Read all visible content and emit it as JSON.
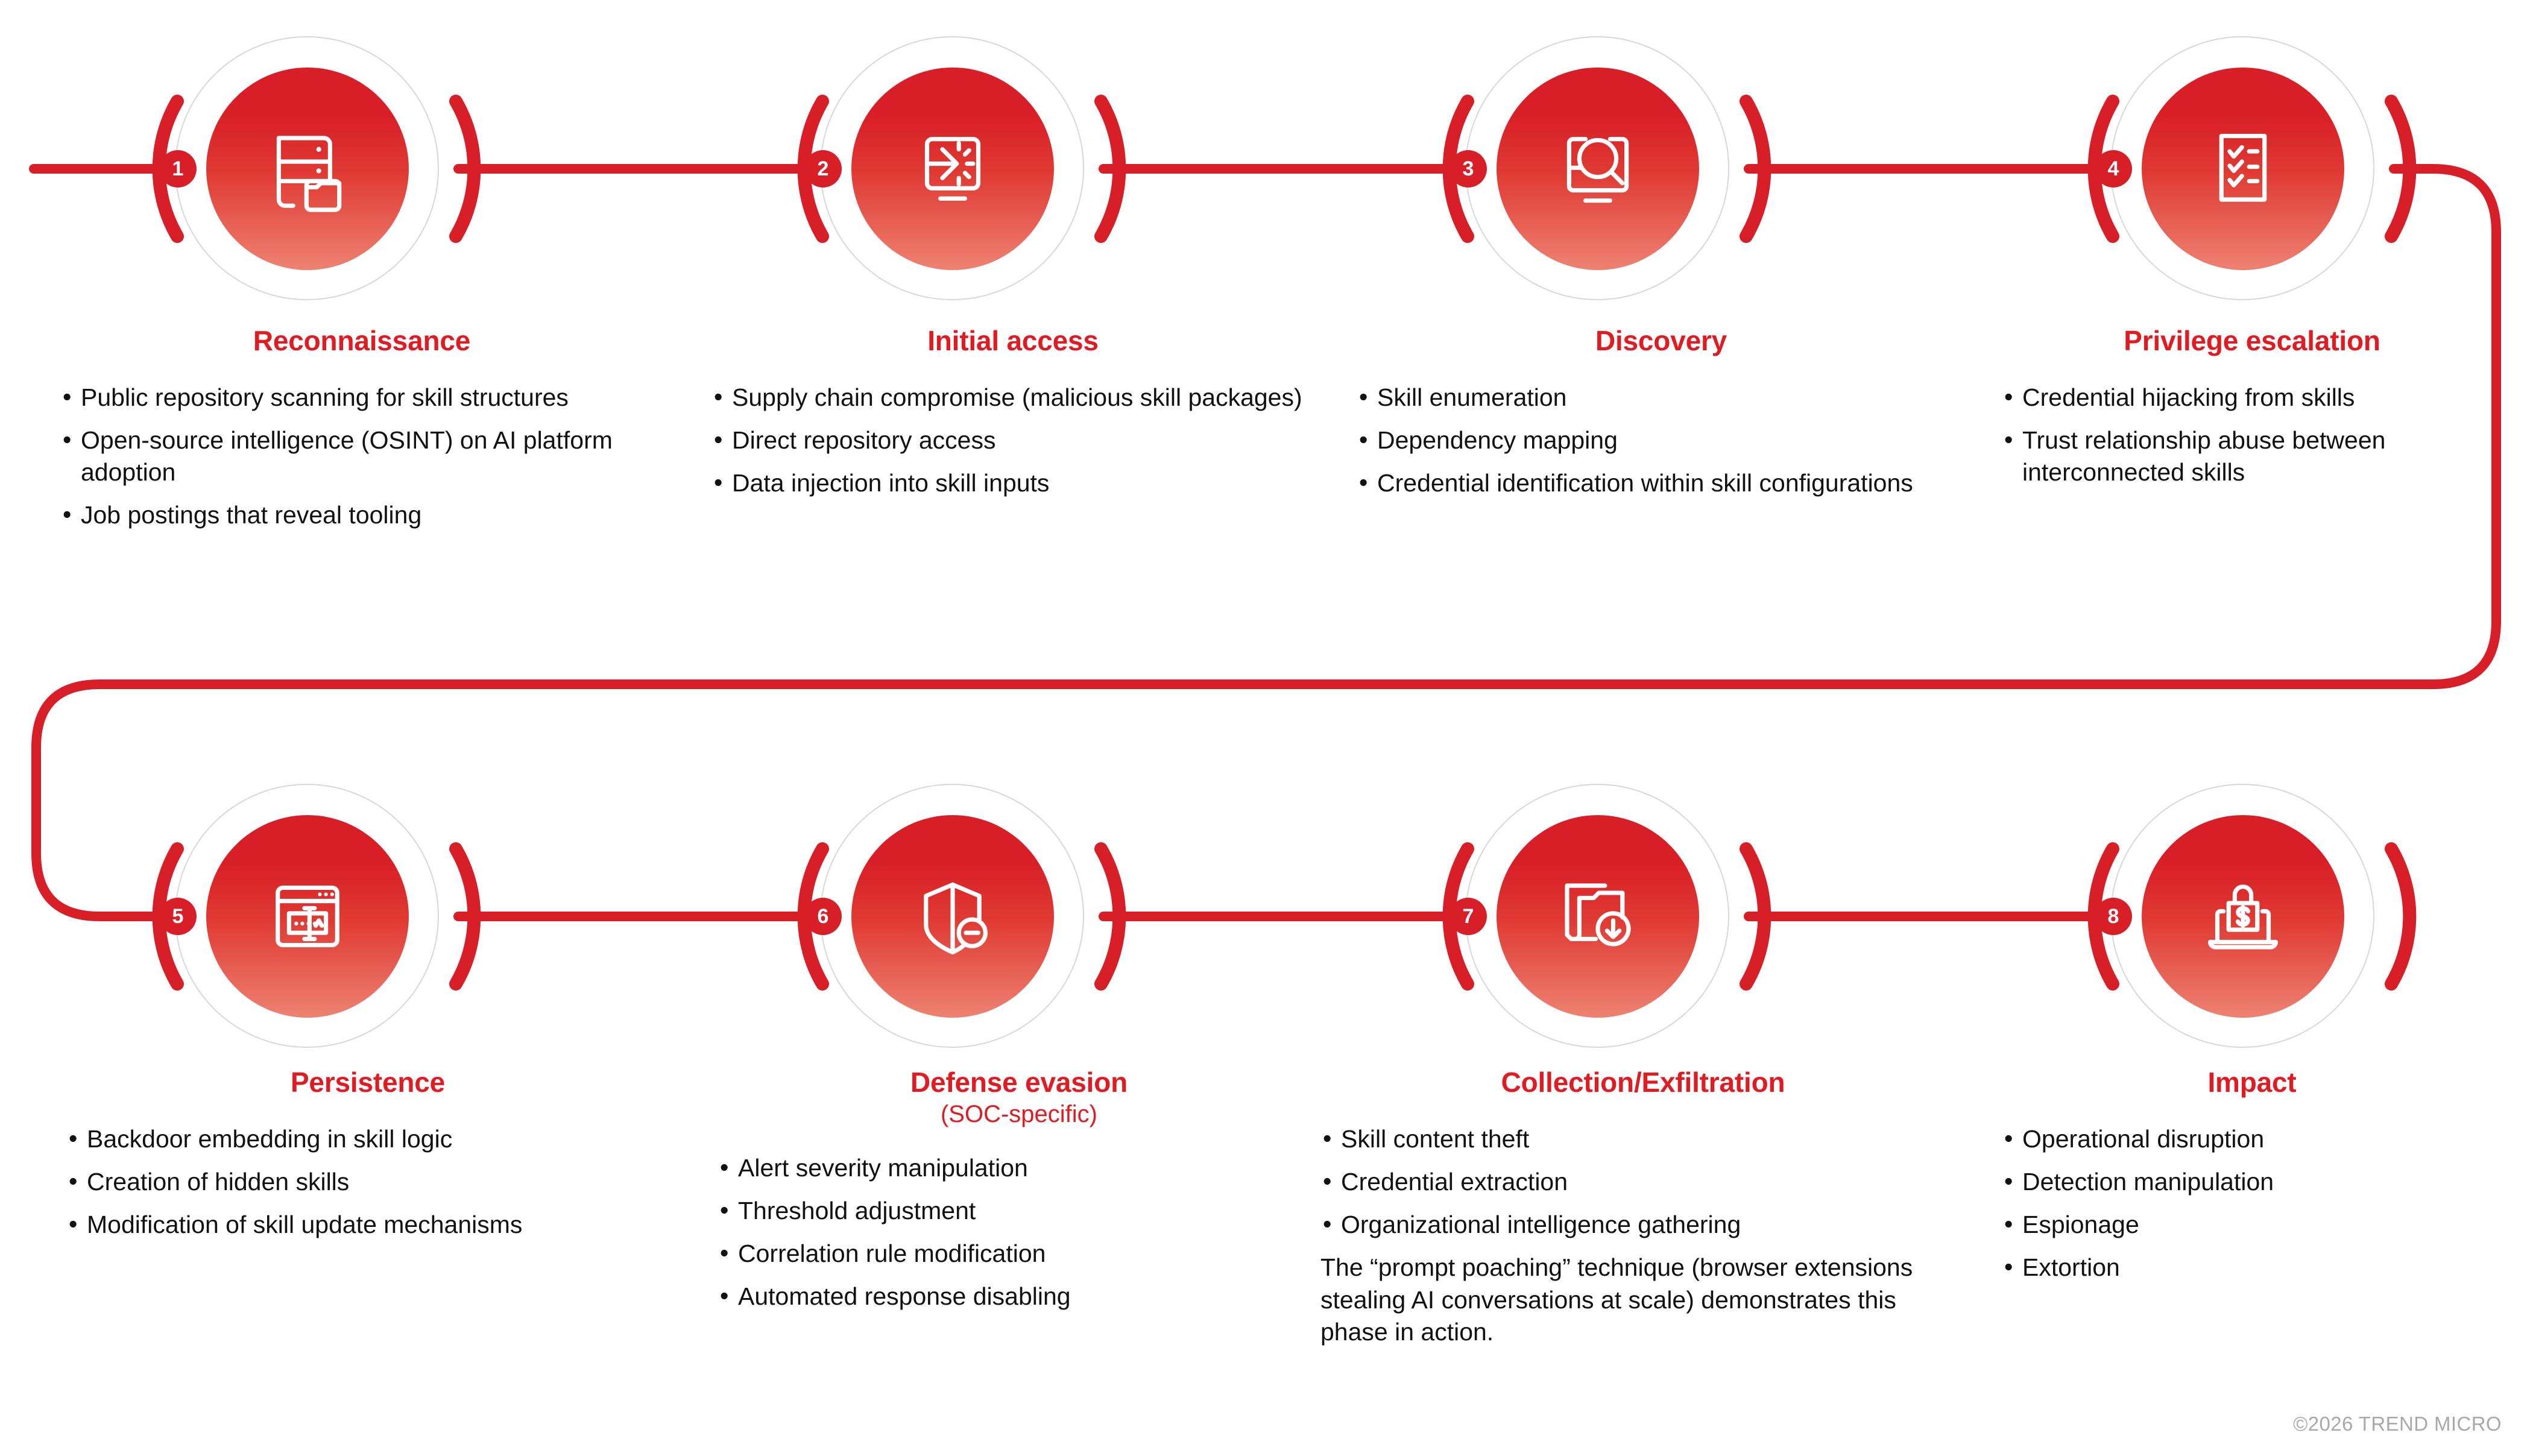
{
  "theme": {
    "brand_red": "#D81E26",
    "title_red": "#E11B22",
    "ring_gray": "#D8D8D8",
    "body_text": "#111111",
    "background": "#FFFFFF",
    "copyright_gray": "#A9A9A9"
  },
  "copyright": "©2026 TREND MICRO",
  "stages": [
    {
      "number": "1",
      "title": "Reconnaissance",
      "subtitle": "",
      "icon": "server-file-icon",
      "bullets": [
        "Public repository scanning for skill structures",
        "Open-source intelligence (OSINT) on AI platform adoption",
        "Job postings that reveal tooling"
      ],
      "paragraph": ""
    },
    {
      "number": "2",
      "title": "Initial access",
      "subtitle": "",
      "icon": "screen-arrow-entry-icon",
      "bullets": [
        "Supply chain compromise (malicious skill packages)",
        "Direct repository access",
        "Data injection into skill inputs"
      ],
      "paragraph": ""
    },
    {
      "number": "3",
      "title": "Discovery",
      "subtitle": "",
      "icon": "monitor-magnifier-icon",
      "bullets": [
        "Skill enumeration",
        "Dependency mapping",
        "Credential identification within skill configurations"
      ],
      "paragraph": ""
    },
    {
      "number": "4",
      "title": "Privilege escalation",
      "subtitle": "",
      "icon": "checklist-document-icon",
      "bullets": [
        "Credential hijacking from skills",
        "Trust relationship abuse between interconnected skills"
      ],
      "paragraph": ""
    },
    {
      "number": "5",
      "title": "Persistence",
      "subtitle": "",
      "icon": "browser-password-field-icon",
      "bullets": [
        "Backdoor embedding in skill logic",
        "Creation of hidden skills",
        "Modification of skill update mechanisms"
      ],
      "paragraph": ""
    },
    {
      "number": "6",
      "title": "Defense evasion",
      "subtitle": "(SOC-specific)",
      "icon": "shield-minus-icon",
      "bullets": [
        "Alert severity manipulation",
        "Threshold adjustment",
        "Correlation rule modification",
        "Automated response disabling"
      ],
      "paragraph": ""
    },
    {
      "number": "7",
      "title": "Collection/Exfiltration",
      "subtitle": "",
      "icon": "folder-download-icon",
      "bullets": [
        "Skill content theft",
        "Credential extraction",
        "Organizational intelligence gathering"
      ],
      "paragraph": "The “prompt poaching” technique (browser extensions stealing AI conversations at scale) demonstrates this phase in action."
    },
    {
      "number": "8",
      "title": "Impact",
      "subtitle": "",
      "icon": "laptop-ransom-lock-icon",
      "bullets": [
        "Operational disruption",
        "Detection manipulation",
        "Espionage",
        "Extortion"
      ],
      "paragraph": ""
    }
  ]
}
